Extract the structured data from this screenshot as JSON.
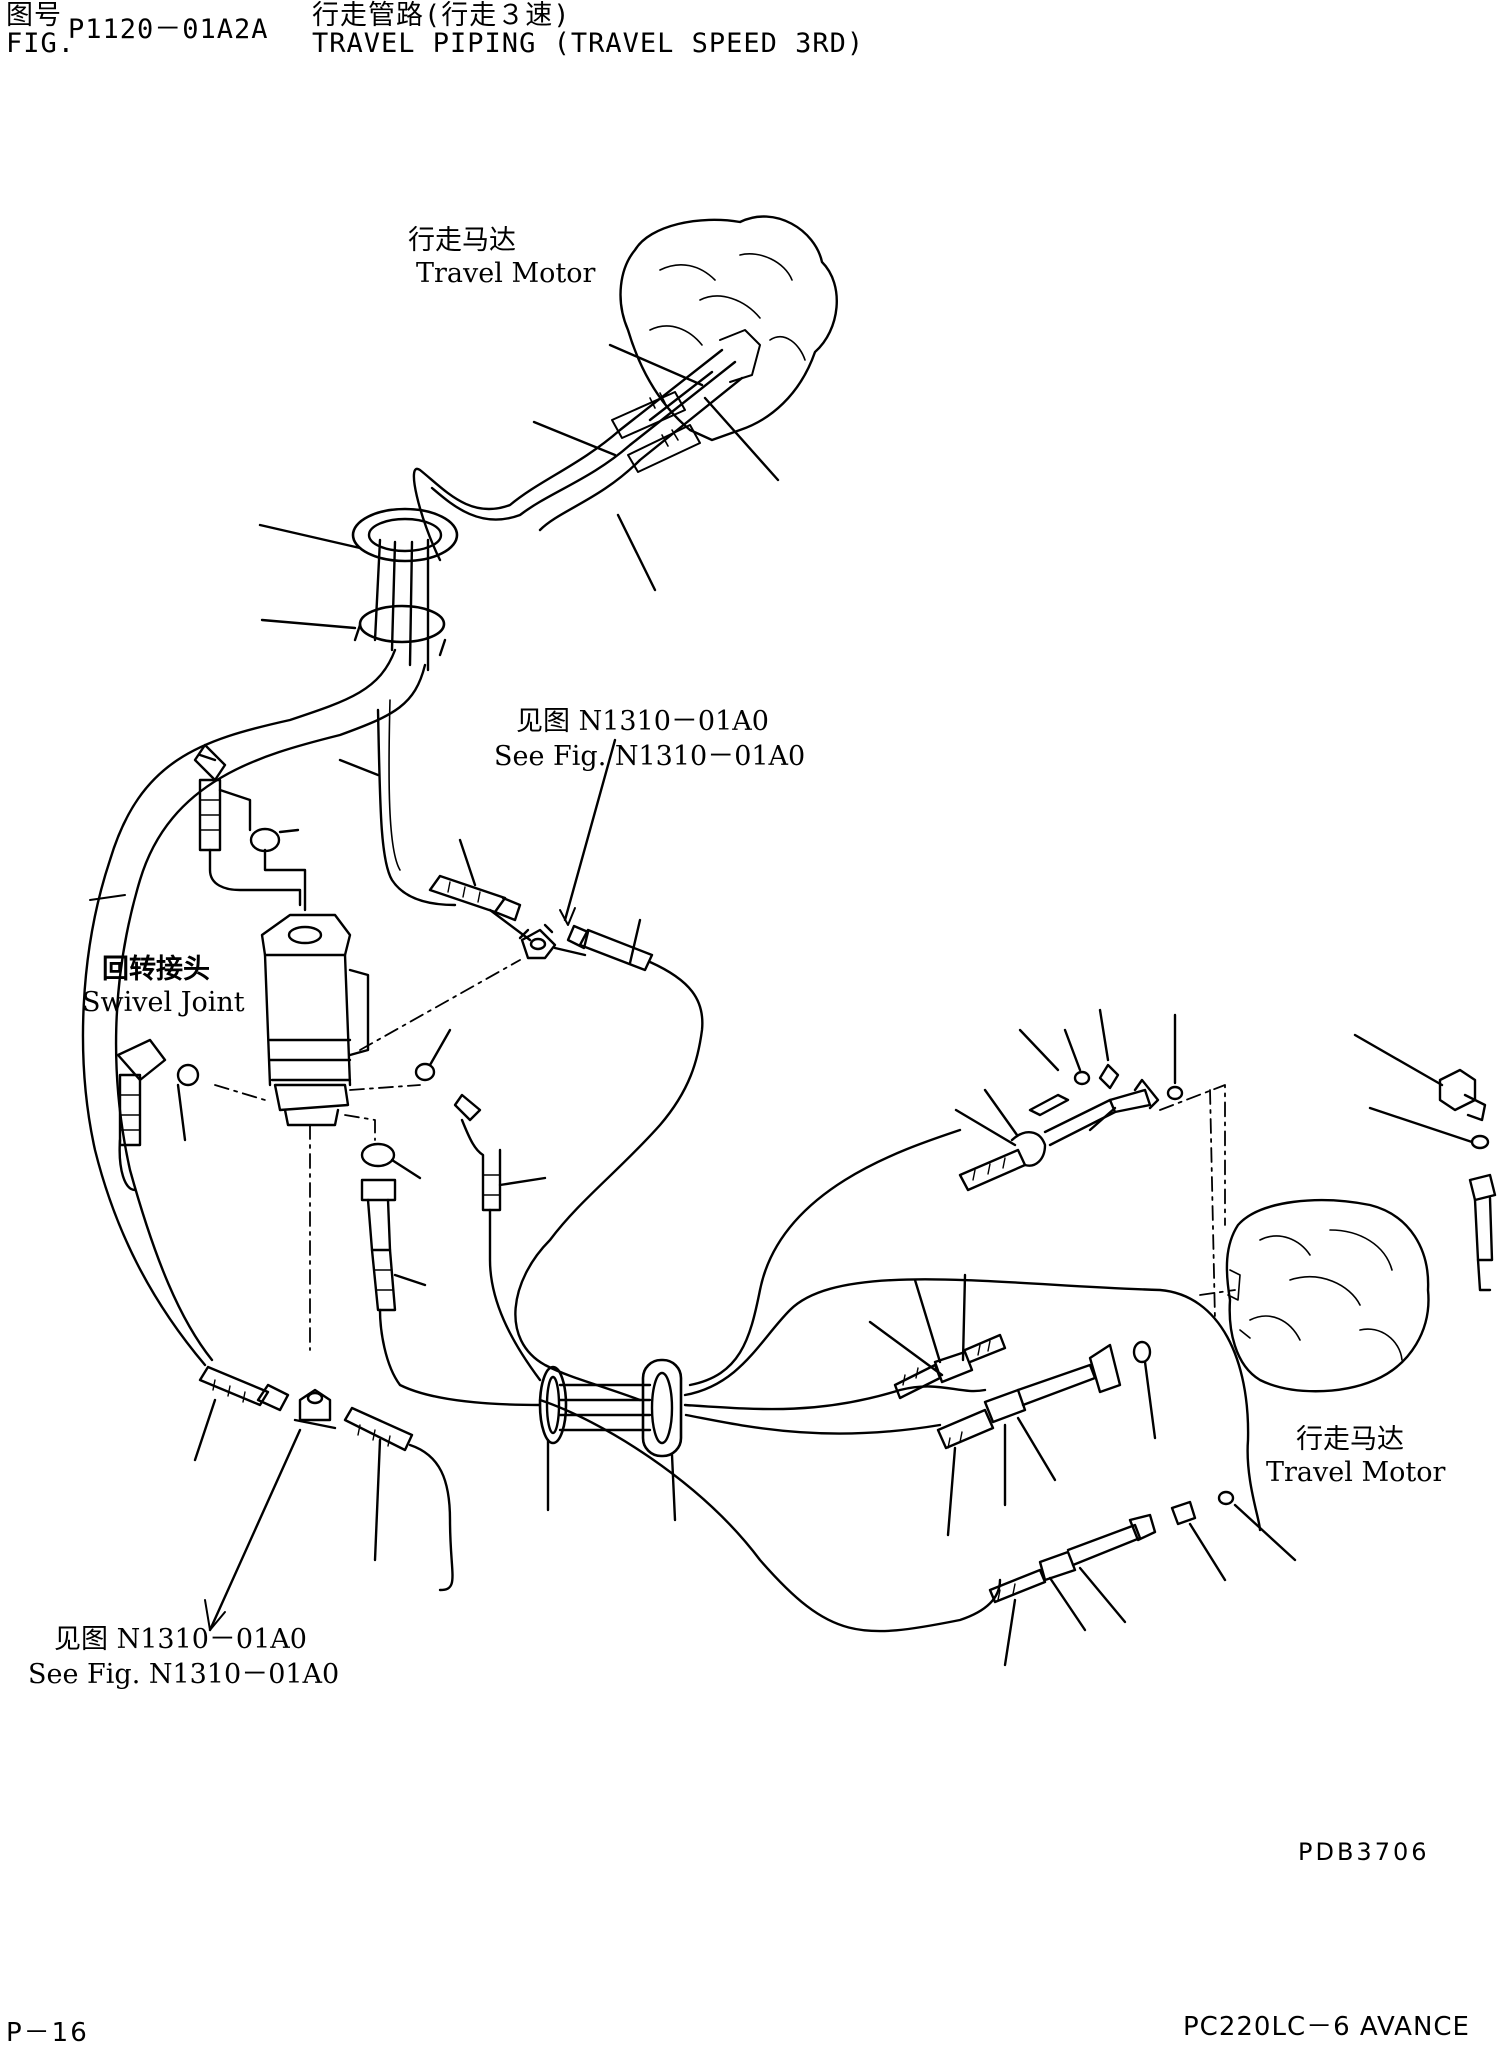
{
  "header": {
    "fig_cn": "图号",
    "fig_en": "FIG.",
    "fig_number": "P1120－01A2A",
    "title_cn": "行走管路(行走３速)",
    "title_en": "TRAVEL PIPING (TRAVEL SPEED 3RD)"
  },
  "labels": {
    "travel_motor_top_cn": "行走马达",
    "travel_motor_top_en": "Travel Motor",
    "see_fig_top_cn": "见图 N1310－01A0",
    "see_fig_top_en": "See Fig. N1310－01A0",
    "swivel_cn": "回转接头",
    "swivel_en": "Swivel Joint",
    "travel_motor_right_cn": "行走马达",
    "travel_motor_right_en": "Travel Motor",
    "see_fig_bottom_cn": "见图 N1310－01A0",
    "see_fig_bottom_en": "See Fig. N1310－01A0"
  },
  "footer": {
    "code": "PDB3706",
    "page": "P－16",
    "model": "PC220LC－6 AVANCE"
  }
}
